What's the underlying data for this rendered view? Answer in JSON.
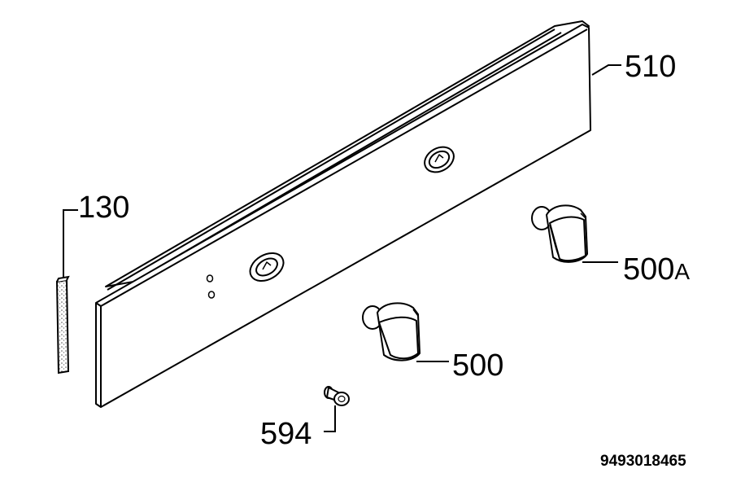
{
  "callouts": {
    "panel": "510",
    "strip": "130",
    "knob_a_num": "500",
    "knob_a_suffix": "A",
    "knob": "500",
    "button": "594"
  },
  "document_number": "9493018465",
  "colors": {
    "line": "#000000",
    "fill": "#ffffff",
    "shade": "#9a9a9a"
  }
}
